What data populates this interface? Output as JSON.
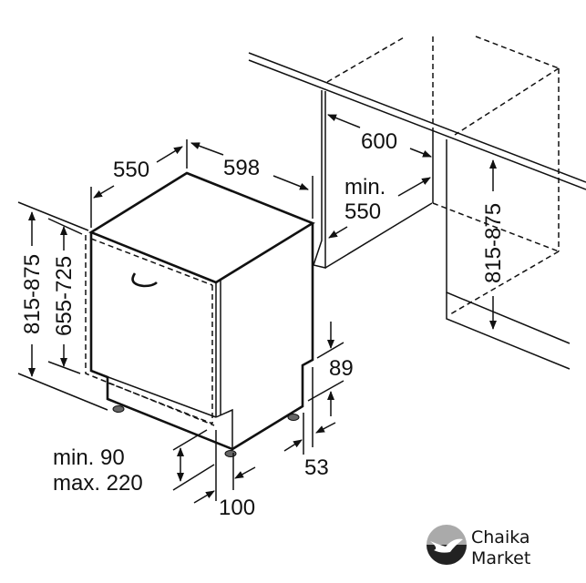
{
  "dimensions": {
    "depth": "550",
    "width": "598",
    "niche_width": "600",
    "niche_depth_prefix": "min.",
    "niche_depth": "550",
    "niche_height_right": "815-875",
    "height_total": "815-875",
    "height_door": "655-725",
    "plinth_top": "89",
    "plinth_depth": "53",
    "plinth_height_min": "min. 90",
    "plinth_height_max": "max. 220",
    "plinth_offset": "100"
  },
  "logo": {
    "line1": "Chaika",
    "line2": "Market"
  }
}
